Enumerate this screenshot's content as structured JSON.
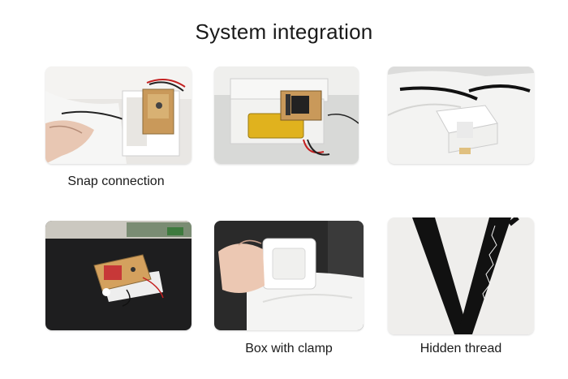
{
  "title": "System integration",
  "photos": [
    {
      "caption": ""
    },
    {
      "caption": ""
    },
    {
      "caption": ""
    },
    {
      "caption": ""
    },
    {
      "caption": ""
    },
    {
      "caption": ""
    }
  ],
  "captions": {
    "snap": "Snap connection",
    "box": "Box with clamp",
    "hidden": "Hidden thread"
  },
  "colors": {
    "pcb": "#d4a15e",
    "fabric": "#f1f1ef",
    "thread": "#111111",
    "battery": "#e0b21e",
    "wire_red": "#c42020"
  }
}
